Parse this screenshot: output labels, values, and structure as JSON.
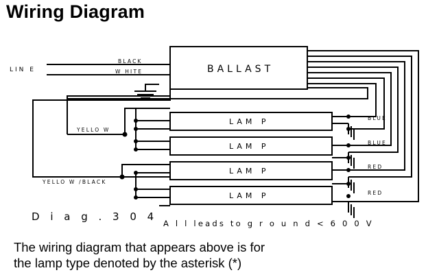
{
  "title": "Wiring Diagram",
  "labels": {
    "line": "LIN E",
    "black": "BLACK",
    "white": "W HITE",
    "ballast": "BALLAST",
    "yellow": "YELLO W",
    "yellow_black": "YELLO W /BLACK",
    "blue_1": "BLUE",
    "blue_2": "BLUE",
    "red_1": "RED",
    "red_2": "RED",
    "diag": "D i a g . 3 0 4",
    "ground_note": "A l l leads to g r o u n d < 6 0 0 V"
  },
  "lamps": [
    "LAM P",
    "LAM P",
    "LAM P",
    "LAM P"
  ],
  "caption": {
    "line1": "The wiring diagram that appears above is for",
    "line2": "the lamp type denoted by the asterisk (*)"
  }
}
